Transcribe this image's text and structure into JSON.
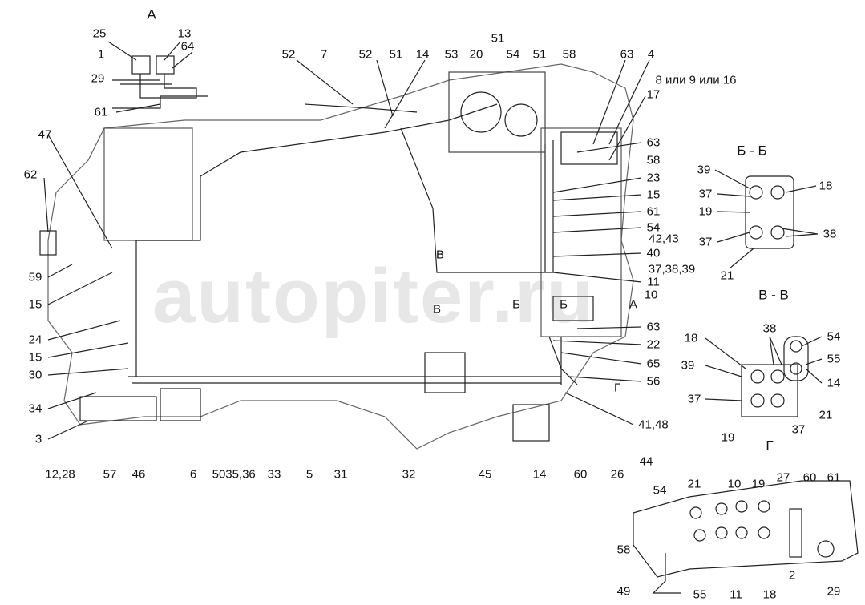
{
  "watermark": "autopiter.ru",
  "section_titles": {
    "a": "А",
    "bb": "Б - Б",
    "vv": "В - В",
    "g": "Г"
  },
  "labels": [
    "25",
    "13",
    "1",
    "64",
    "29",
    "61",
    "52",
    "7",
    "52",
    "51",
    "14",
    "53",
    "20",
    "51",
    "54",
    "51",
    "58",
    "63",
    "4",
    "8 или 9 или 16",
    "17",
    "63",
    "58",
    "23",
    "15",
    "61",
    "54",
    "42,43",
    "40",
    "37,38,39",
    "11",
    "10",
    "63",
    "22",
    "65",
    "56",
    "41,48",
    "44",
    "26",
    "60",
    "14",
    "45",
    "32",
    "31",
    "5",
    "33",
    "35,36",
    "50",
    "6",
    "46",
    "57",
    "12,28",
    "3",
    "34",
    "30",
    "15",
    "24",
    "15",
    "59",
    "62",
    "47",
    "39",
    "37",
    "18",
    "19",
    "38",
    "37",
    "21",
    "38",
    "54",
    "18",
    "55",
    "39",
    "14",
    "37",
    "21",
    "37",
    "19",
    "54",
    "21",
    "10",
    "19",
    "27",
    "60",
    "61",
    "58",
    "49",
    "55",
    "11",
    "18",
    "2",
    "29",
    "В",
    "В",
    "Б",
    "Б",
    "А",
    "Г"
  ]
}
